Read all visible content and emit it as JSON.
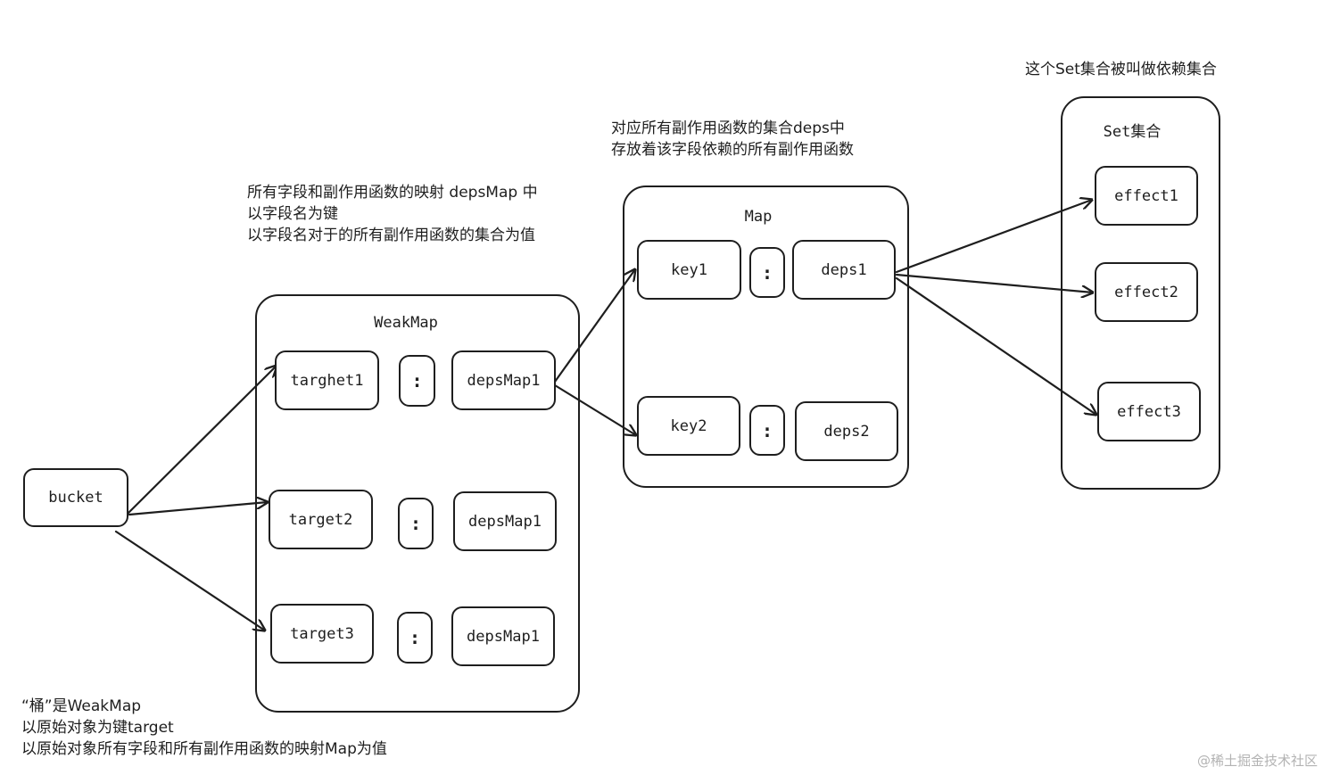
{
  "bucket": {
    "label": "bucket"
  },
  "weakmap": {
    "title": "WeakMap",
    "rows": [
      {
        "key": "targhet1",
        "sep": ":",
        "value": "depsMap1"
      },
      {
        "key": "target2",
        "sep": ":",
        "value": "depsMap1"
      },
      {
        "key": "target3",
        "sep": ":",
        "value": "depsMap1"
      }
    ]
  },
  "map": {
    "title": "Map",
    "rows": [
      {
        "key": "key1",
        "sep": ":",
        "value": "deps1"
      },
      {
        "key": "key2",
        "sep": ":",
        "value": "deps2"
      }
    ]
  },
  "set": {
    "title": "Set集合",
    "items": [
      "effect1",
      "effect2",
      "effect3"
    ]
  },
  "notes": {
    "depsmap_lines": [
      "所有字段和副作用函数的映射 depsMap 中",
      "以字段名为键",
      "以字段名对于的所有副作用函数的集合为值"
    ],
    "deps_lines": [
      "对应所有副作用函数的集合deps中",
      "存放着该字段依赖的所有副作用函数"
    ],
    "set_line": "这个Set集合被叫做依赖集合",
    "bucket_lines": [
      "“桶”是WeakMap",
      "以原始对象为键target",
      "以原始对象所有字段和所有副作用函数的映射Map为值"
    ]
  },
  "watermark": "@稀土掘金技术社区"
}
